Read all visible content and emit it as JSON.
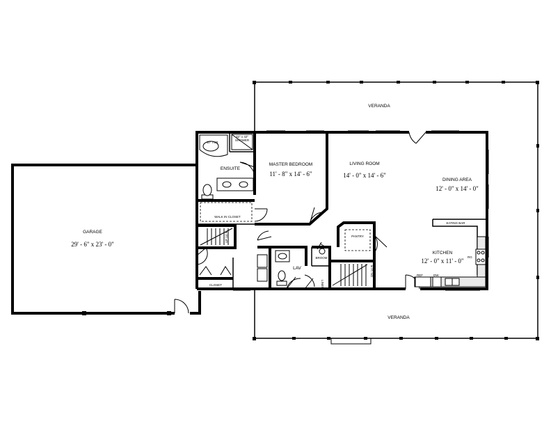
{
  "rooms": {
    "veranda_top": "VERANDA",
    "veranda_bottom": "VERANDA",
    "garage": {
      "name": "GARAGE",
      "dims": "29' - 6\" x 23' - 0\""
    },
    "master_bedroom": {
      "name": "MASTER BEDROOM",
      "dims": "11' - 8\" x 14' - 6\""
    },
    "living_room": {
      "name": "LIVING ROOM",
      "dims": "14' - 0\" x 14' - 6\""
    },
    "dining_area": {
      "name": "DINING AREA",
      "dims": "12' - 0\" x 14' - 0\""
    },
    "kitchen": {
      "name": "KITCHEN",
      "dims": "12' - 0\" x 11' - 0\""
    },
    "ensuite": "ENSUITE",
    "walk_in_closet": "WALK IN CLOSET",
    "lav": "LAV",
    "pantry": "PANTRY",
    "broom": "BROOM",
    "closet": "CLOSET",
    "linen": "LINEN",
    "eating_bar": "EATING BAR",
    "shower": "32\" x 42\" SHOWER",
    "tub": "40\" TUB",
    "stair_up": "UP 14 R",
    "stair_down": "DN 14 R",
    "range": "RG",
    "refrigerator": "REF",
    "dishwasher": "DW"
  }
}
